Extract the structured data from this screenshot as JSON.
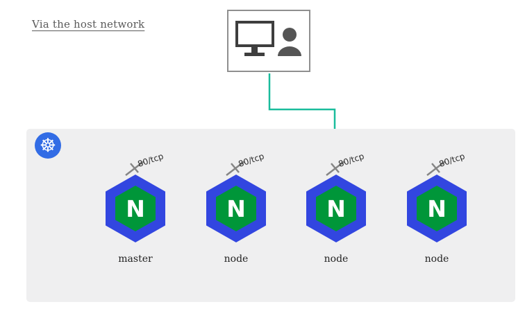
{
  "title": "Via the host network",
  "client": {
    "monitor_icon": "monitor-icon",
    "user_icon": "user-icon"
  },
  "cluster": {
    "logo_glyph": "☸",
    "nodes": [
      {
        "name": "master",
        "port": "80/tcp",
        "letter": "N"
      },
      {
        "name": "node",
        "port": "80/tcp",
        "letter": "N"
      },
      {
        "name": "node",
        "port": "80/tcp",
        "letter": "N"
      },
      {
        "name": "node",
        "port": "80/tcp",
        "letter": "N"
      }
    ]
  },
  "arrow": {
    "target": "node-3-port"
  },
  "colors": {
    "arrow": "#1abc9c",
    "hex_outer": "#3246e0",
    "hex_inner": "#009639",
    "k8s_blue": "#326ce5",
    "cluster_bg": "#efeff0",
    "marker_gray": "#858585"
  }
}
